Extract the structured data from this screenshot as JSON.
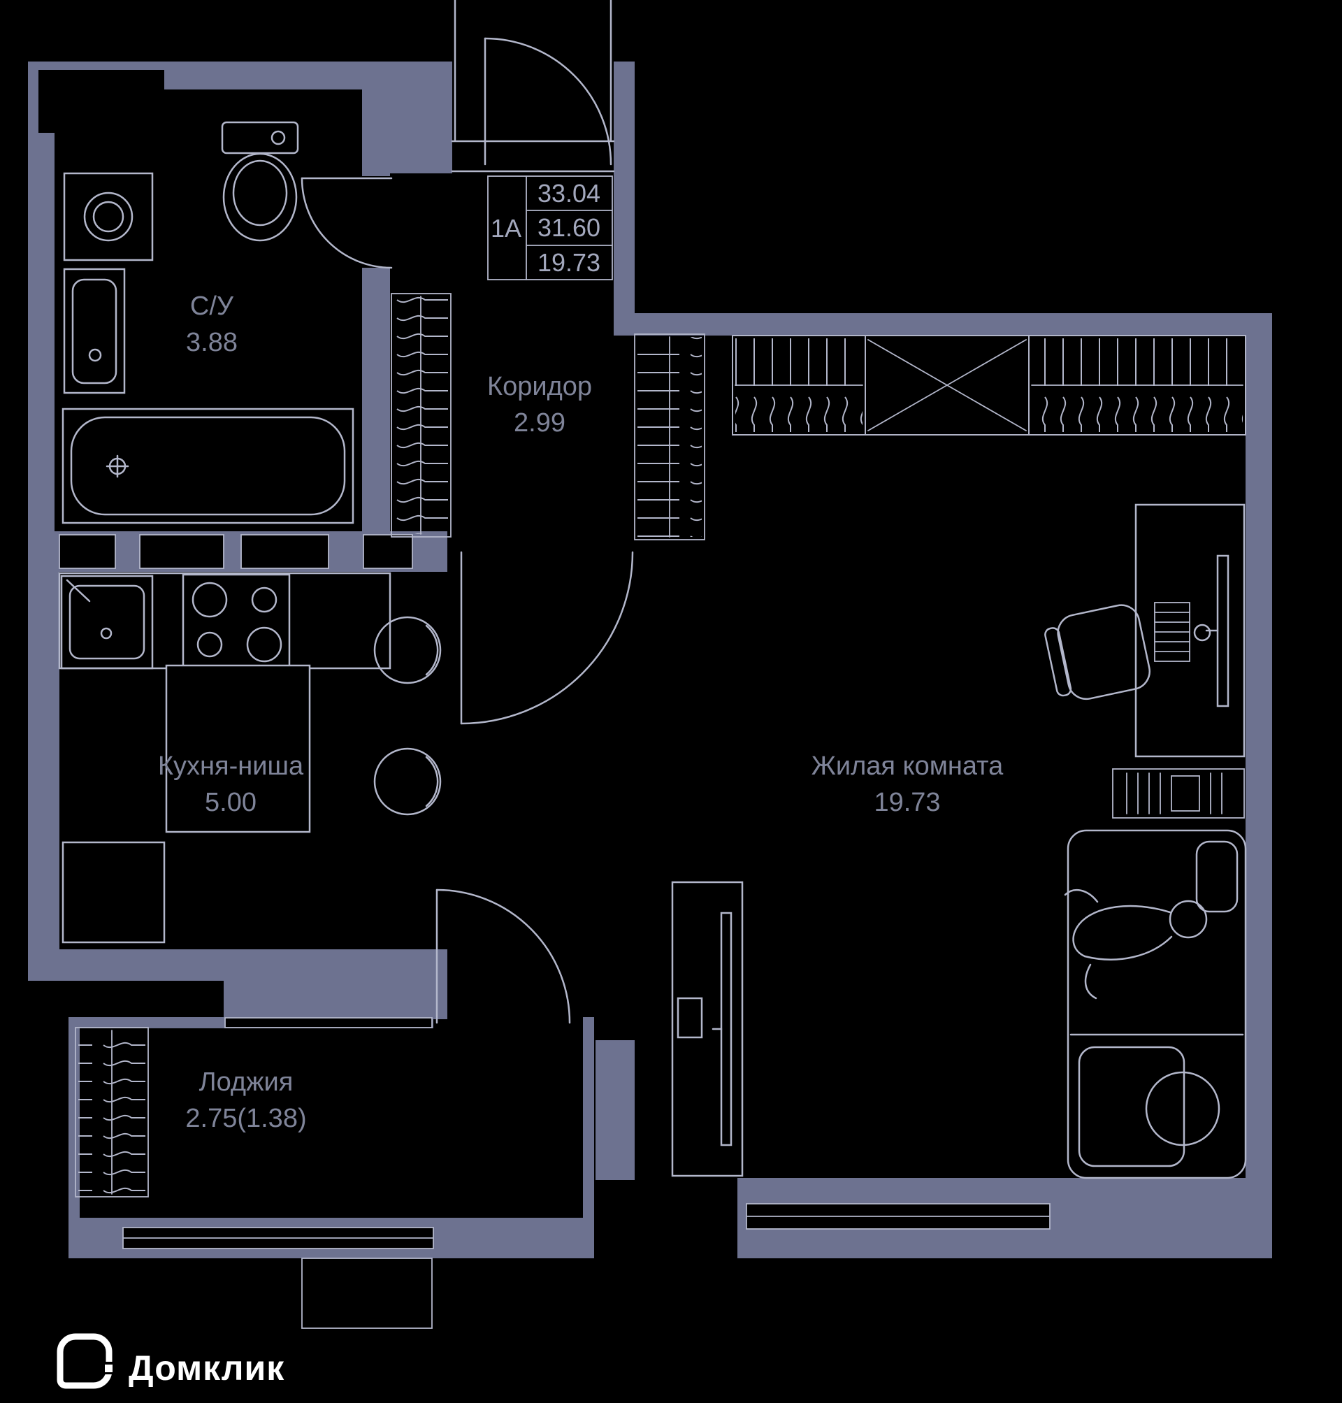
{
  "page": {
    "background": "#000000"
  },
  "title_block": {
    "unit": "1А",
    "area_total": "33.04",
    "area_without_loggia": "31.60",
    "area_living": "19.73"
  },
  "rooms": {
    "bathroom": {
      "name": "С/У",
      "area": "3.88"
    },
    "corridor": {
      "name": "Коридор",
      "area": "2.99"
    },
    "kitchen": {
      "name": "Кухня-ниша",
      "area": "5.00"
    },
    "living_room": {
      "name": "Жилая комната",
      "area": "19.73"
    },
    "loggia": {
      "name": "Лоджия",
      "area": "2.75(1.38)"
    }
  },
  "branding": {
    "logo_text": "Домклик"
  },
  "colors": {
    "background": "#000000",
    "walls": "#6d7290",
    "furniture_lines": "#b3b7cb",
    "room_labels": "#7f8499",
    "title_numbers": "#a3a8bd",
    "logo": "#ffffff"
  }
}
